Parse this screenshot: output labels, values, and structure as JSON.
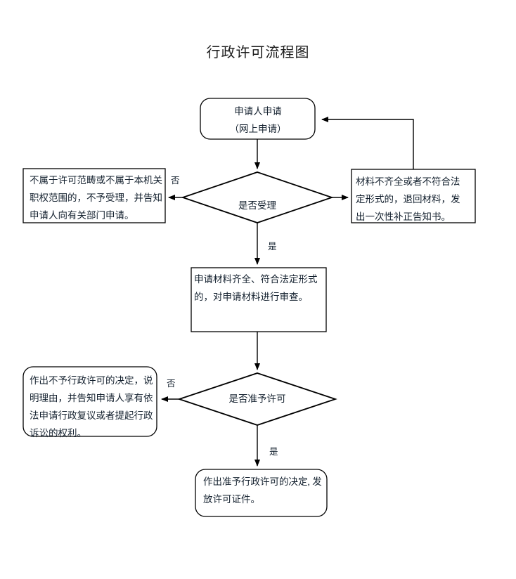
{
  "document": {
    "title": "行政许可流程图",
    "background_color": "#ffffff",
    "text_color": "#13202e",
    "stroke_color": "#000000"
  },
  "chart_data": {
    "type": "diagram",
    "diagram_type": "flowchart",
    "title": "行政许可流程图",
    "orientation": "top-to-bottom",
    "nodes": [
      {
        "id": "apply",
        "shape": "rounded-rectangle",
        "label": "申请人申请\n（网上申请）",
        "line1": "申请人申请",
        "line2": "（网上申请）"
      },
      {
        "id": "accept-decision",
        "shape": "diamond",
        "label": "是否受理"
      },
      {
        "id": "reject-not-scope",
        "shape": "rectangle",
        "label": "不属于许可范畴或不属于本机关职权范围的，不予受理，并告知申请人向有关部门申请。"
      },
      {
        "id": "return-materials",
        "shape": "rectangle",
        "label": "材料不齐全或者不符合法定形式的，退回材料，发出一次性补正告知书。"
      },
      {
        "id": "review-materials",
        "shape": "rectangle",
        "label": "申请材料齐全、符合法定形式的，对申请材料进行审查。"
      },
      {
        "id": "permit-decision",
        "shape": "diamond",
        "label": "是否准予许可"
      },
      {
        "id": "refuse-permit",
        "shape": "rounded-rectangle",
        "label": "作出不予行政许可的决定，说明理由，并告知申请人享有依法申请行政复议或者提起行政诉讼的权利。"
      },
      {
        "id": "grant-permit",
        "shape": "rounded-rectangle",
        "label": "作出准予行政许可的决定, 发放许可证件。"
      }
    ],
    "edges": [
      {
        "from": "apply",
        "to": "accept-decision",
        "label": ""
      },
      {
        "from": "accept-decision",
        "to": "reject-not-scope",
        "label": "否"
      },
      {
        "from": "accept-decision",
        "to": "return-materials",
        "label": ""
      },
      {
        "from": "accept-decision",
        "to": "review-materials",
        "label": "是"
      },
      {
        "from": "return-materials",
        "to": "apply",
        "label": ""
      },
      {
        "from": "review-materials",
        "to": "permit-decision",
        "label": ""
      },
      {
        "from": "permit-decision",
        "to": "refuse-permit",
        "label": "否"
      },
      {
        "from": "permit-decision",
        "to": "grant-permit",
        "label": "是"
      }
    ],
    "edge_labels": {
      "no_1": "否",
      "yes_1": "是",
      "no_2": "否",
      "yes_2": "是"
    }
  }
}
